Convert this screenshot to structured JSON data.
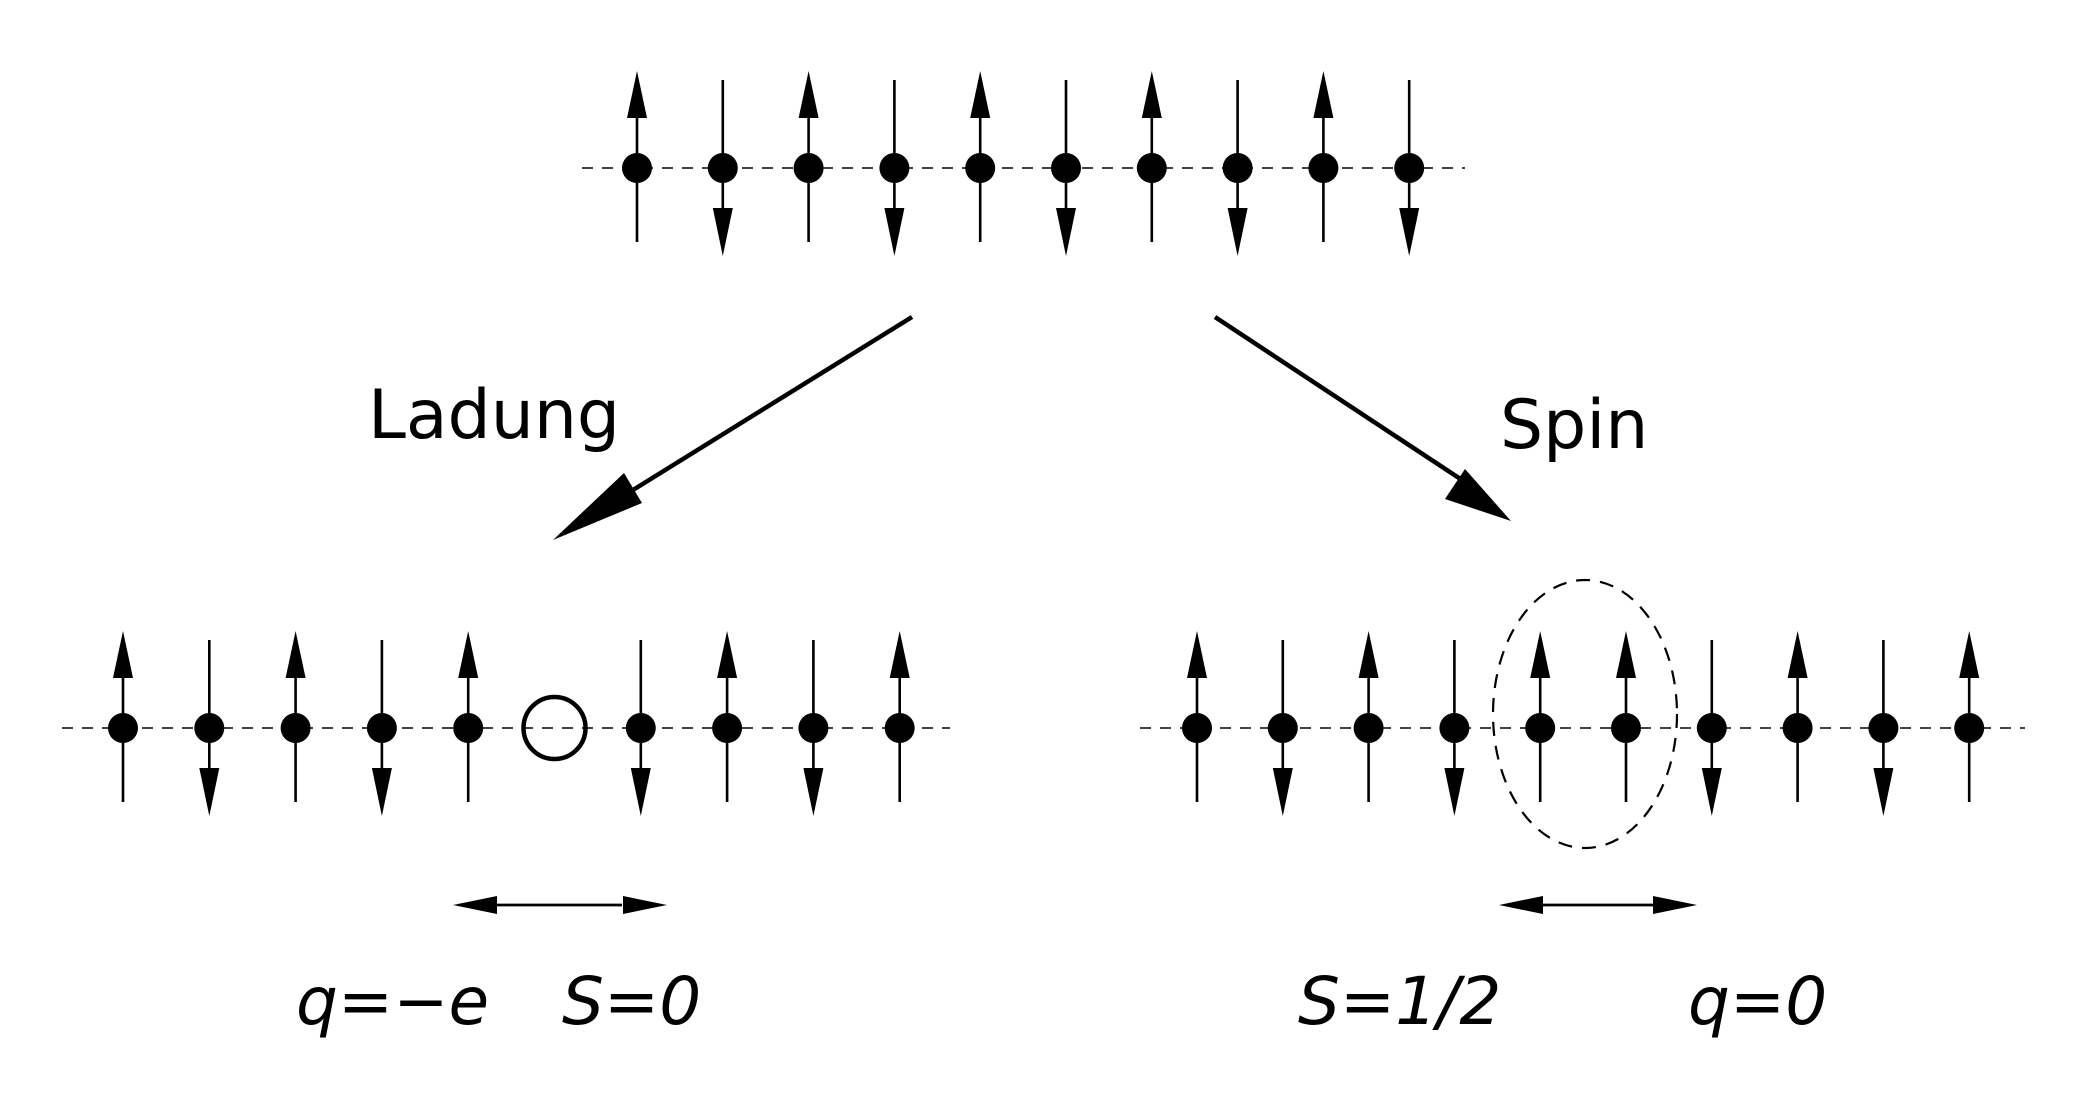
{
  "labels": {
    "charge_path": "Ladung",
    "spin_path": "Spin",
    "holon_charge": "q=−e",
    "holon_spin": "S=0",
    "spinon_spin": "S=1/2",
    "spinon_charge": "q=0"
  },
  "chains": {
    "top": [
      "up",
      "down",
      "up",
      "down",
      "up",
      "down",
      "up",
      "down",
      "up",
      "down"
    ],
    "holon": [
      "up",
      "down",
      "up",
      "down",
      "up",
      "hole",
      "down",
      "up",
      "down",
      "up"
    ],
    "spinon": [
      "up",
      "down",
      "up",
      "down",
      "up",
      "up",
      "down",
      "up",
      "down",
      "up"
    ]
  },
  "spinon_domain_wall_sites": [
    4,
    5
  ]
}
